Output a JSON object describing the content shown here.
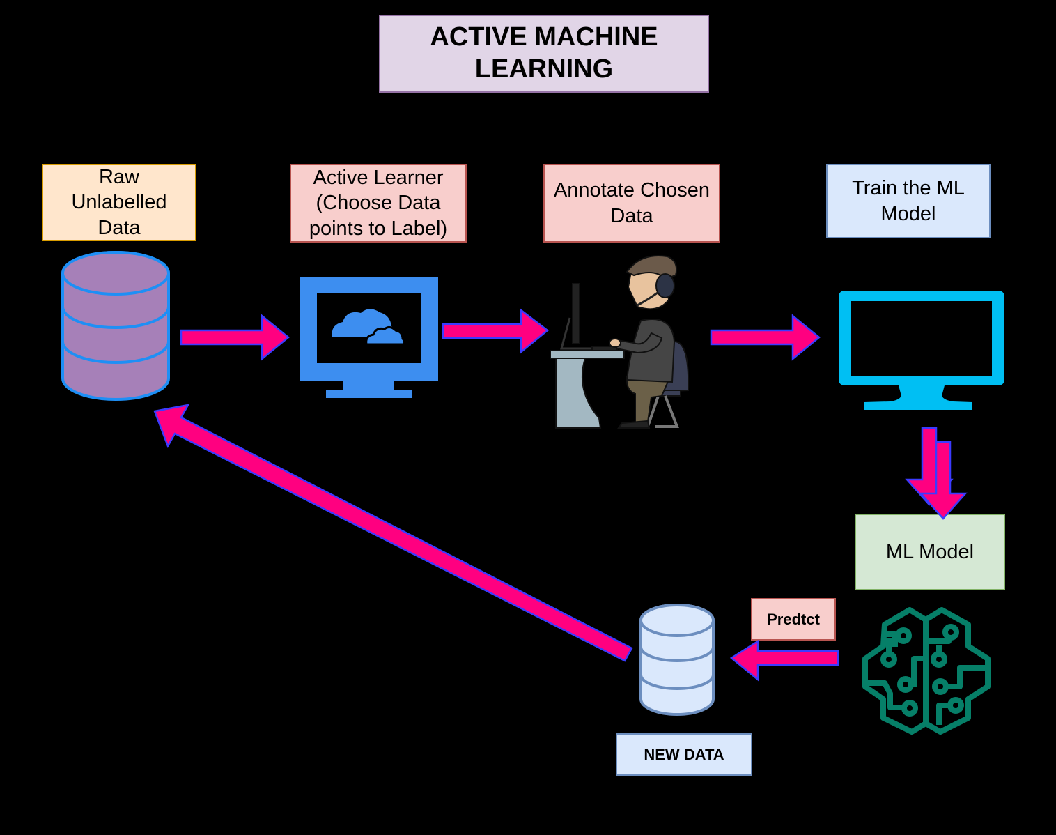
{
  "title": {
    "line1": "ACTIVE MACHINE",
    "line2": "LEARNING"
  },
  "steps": [
    {
      "id": "raw",
      "lines": [
        "Raw",
        "Unlabelled",
        "Data"
      ],
      "icon": "database-icon"
    },
    {
      "id": "learner",
      "lines": [
        "Active Learner",
        "(Choose Data",
        "points to Label)"
      ],
      "icon": "monitor-cloud-icon"
    },
    {
      "id": "annotate",
      "lines": [
        "Annotate Chosen",
        "Data"
      ],
      "icon": "annotator-person-icon"
    },
    {
      "id": "train",
      "lines": [
        "Train the ML",
        "Model"
      ],
      "icon": "monitor-icon"
    }
  ],
  "ml_model": {
    "label": "ML Model",
    "icon": "brain-circuit-icon"
  },
  "predict": {
    "label": "Predtct"
  },
  "new_data": {
    "label": "NEW DATA",
    "icon": "database-icon"
  },
  "colors": {
    "arrow_fill": "#ff0080",
    "arrow_stroke": "#3b3bff",
    "raw_db_fill": "#a680b8",
    "raw_db_stroke": "#1e8ff5",
    "learner_monitor": "#3d8ef0",
    "train_monitor": "#00bff3",
    "brain": "#067f68",
    "new_db_fill": "#dae8fc",
    "new_db_stroke": "#6c8ebf"
  }
}
